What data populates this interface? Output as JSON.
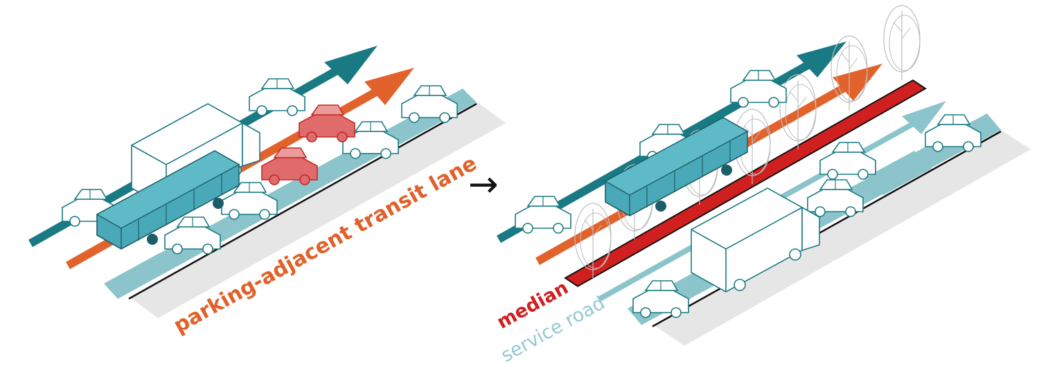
{
  "diagram": {
    "before": {
      "label": "parking-adjacent transit lane"
    },
    "transition_symbol": "→",
    "after": {
      "median_label": "median",
      "service_road_label": "service road"
    }
  },
  "colors": {
    "teal_dark": "#1a7a84",
    "teal_bus": "#4aa9b8",
    "teal_light": "#8cc4cb",
    "orange": "#e2622c",
    "orange_label": "#e0612a",
    "red_median": "#d01f1f",
    "red_car": "#e06b6b",
    "service_label": "#92c9cf",
    "sidewalk": "#e6e6e6",
    "black": "#111111"
  }
}
